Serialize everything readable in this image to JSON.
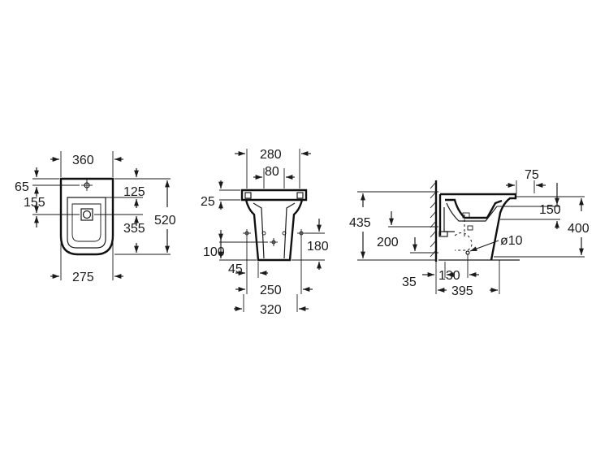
{
  "views": {
    "top": {
      "dims": [
        "360",
        "65",
        "125",
        "155",
        "355",
        "520",
        "275"
      ]
    },
    "front": {
      "dims": [
        "280",
        "80",
        "25",
        "100",
        "180",
        "45",
        "250",
        "320"
      ]
    },
    "side": {
      "dims": [
        "75",
        "435",
        "150",
        "400",
        "200",
        "ø10",
        "35",
        "130",
        "395"
      ]
    }
  },
  "colors": {
    "line": "#1a1a1a",
    "background": "#ffffff"
  }
}
